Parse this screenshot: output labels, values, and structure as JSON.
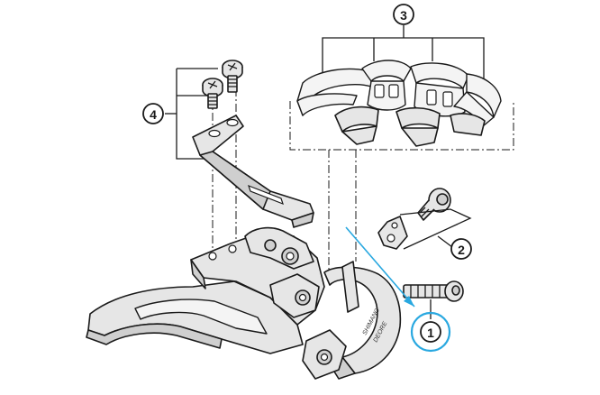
{
  "colors": {
    "highlight": "#29a8e0",
    "ink": "#1a1a1a",
    "metal": "#e6e6e6"
  },
  "callouts": [
    {
      "number": "1",
      "highlighted": true
    },
    {
      "number": "2",
      "highlighted": false
    },
    {
      "number": "3",
      "highlighted": false
    },
    {
      "number": "4",
      "highlighted": false
    }
  ],
  "parts": [
    "front-derailleur",
    "clamp-band",
    "mounting-bolt",
    "cable-guide-bracket",
    "bolt-screw",
    "band-adapters",
    "direct-mount-bracket",
    "small-screws"
  ],
  "brand_marks": [
    "SHIMANO",
    "DEORE"
  ]
}
